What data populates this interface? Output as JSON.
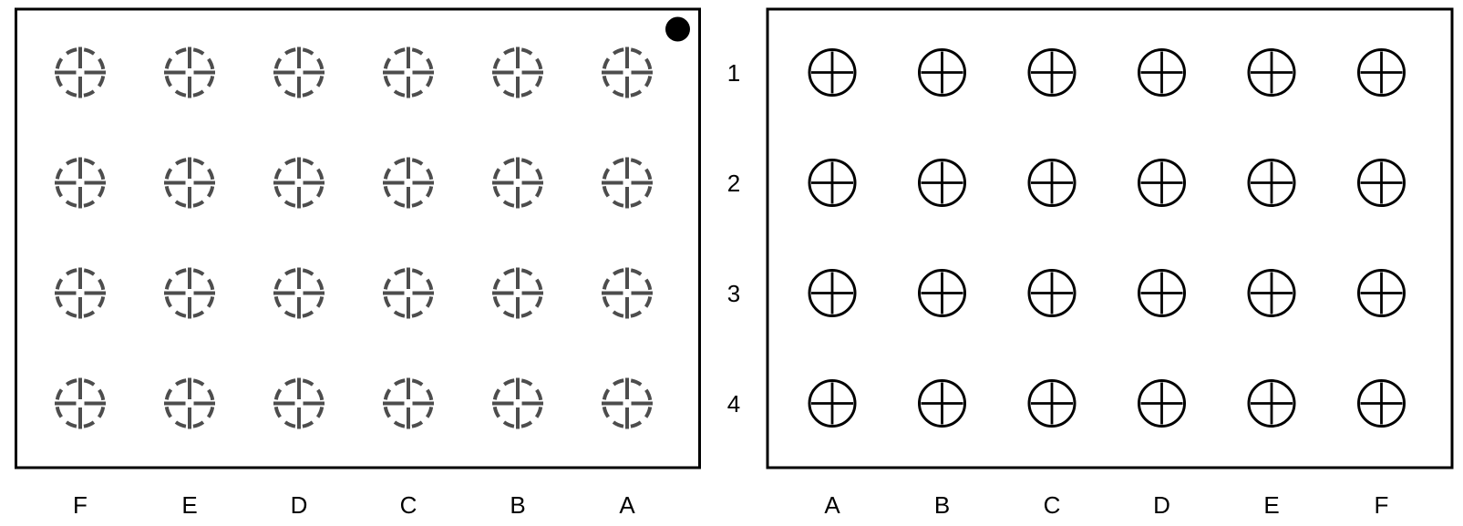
{
  "diagram": {
    "type": "bga-ball-map",
    "grid": {
      "rows": 4,
      "cols": 6
    },
    "row_labels": [
      "1",
      "2",
      "3",
      "4"
    ],
    "left_panel": {
      "column_labels": [
        "F",
        "E",
        "D",
        "C",
        "B",
        "A"
      ],
      "ball_symbol": "hidden-ball-dashed-crosshair",
      "pin1_indicator": "filled-dot-top-right"
    },
    "right_panel": {
      "column_labels": [
        "A",
        "B",
        "C",
        "D",
        "E",
        "F"
      ],
      "ball_symbol": "exposed-ball-circled-cross"
    },
    "colors": {
      "background": "#ffffff",
      "outline": "#000000",
      "hidden_ball": "#4d4d4d",
      "exposed_ball": "#000000",
      "pin1_dot": "#000000",
      "label_text": "#000000"
    }
  }
}
